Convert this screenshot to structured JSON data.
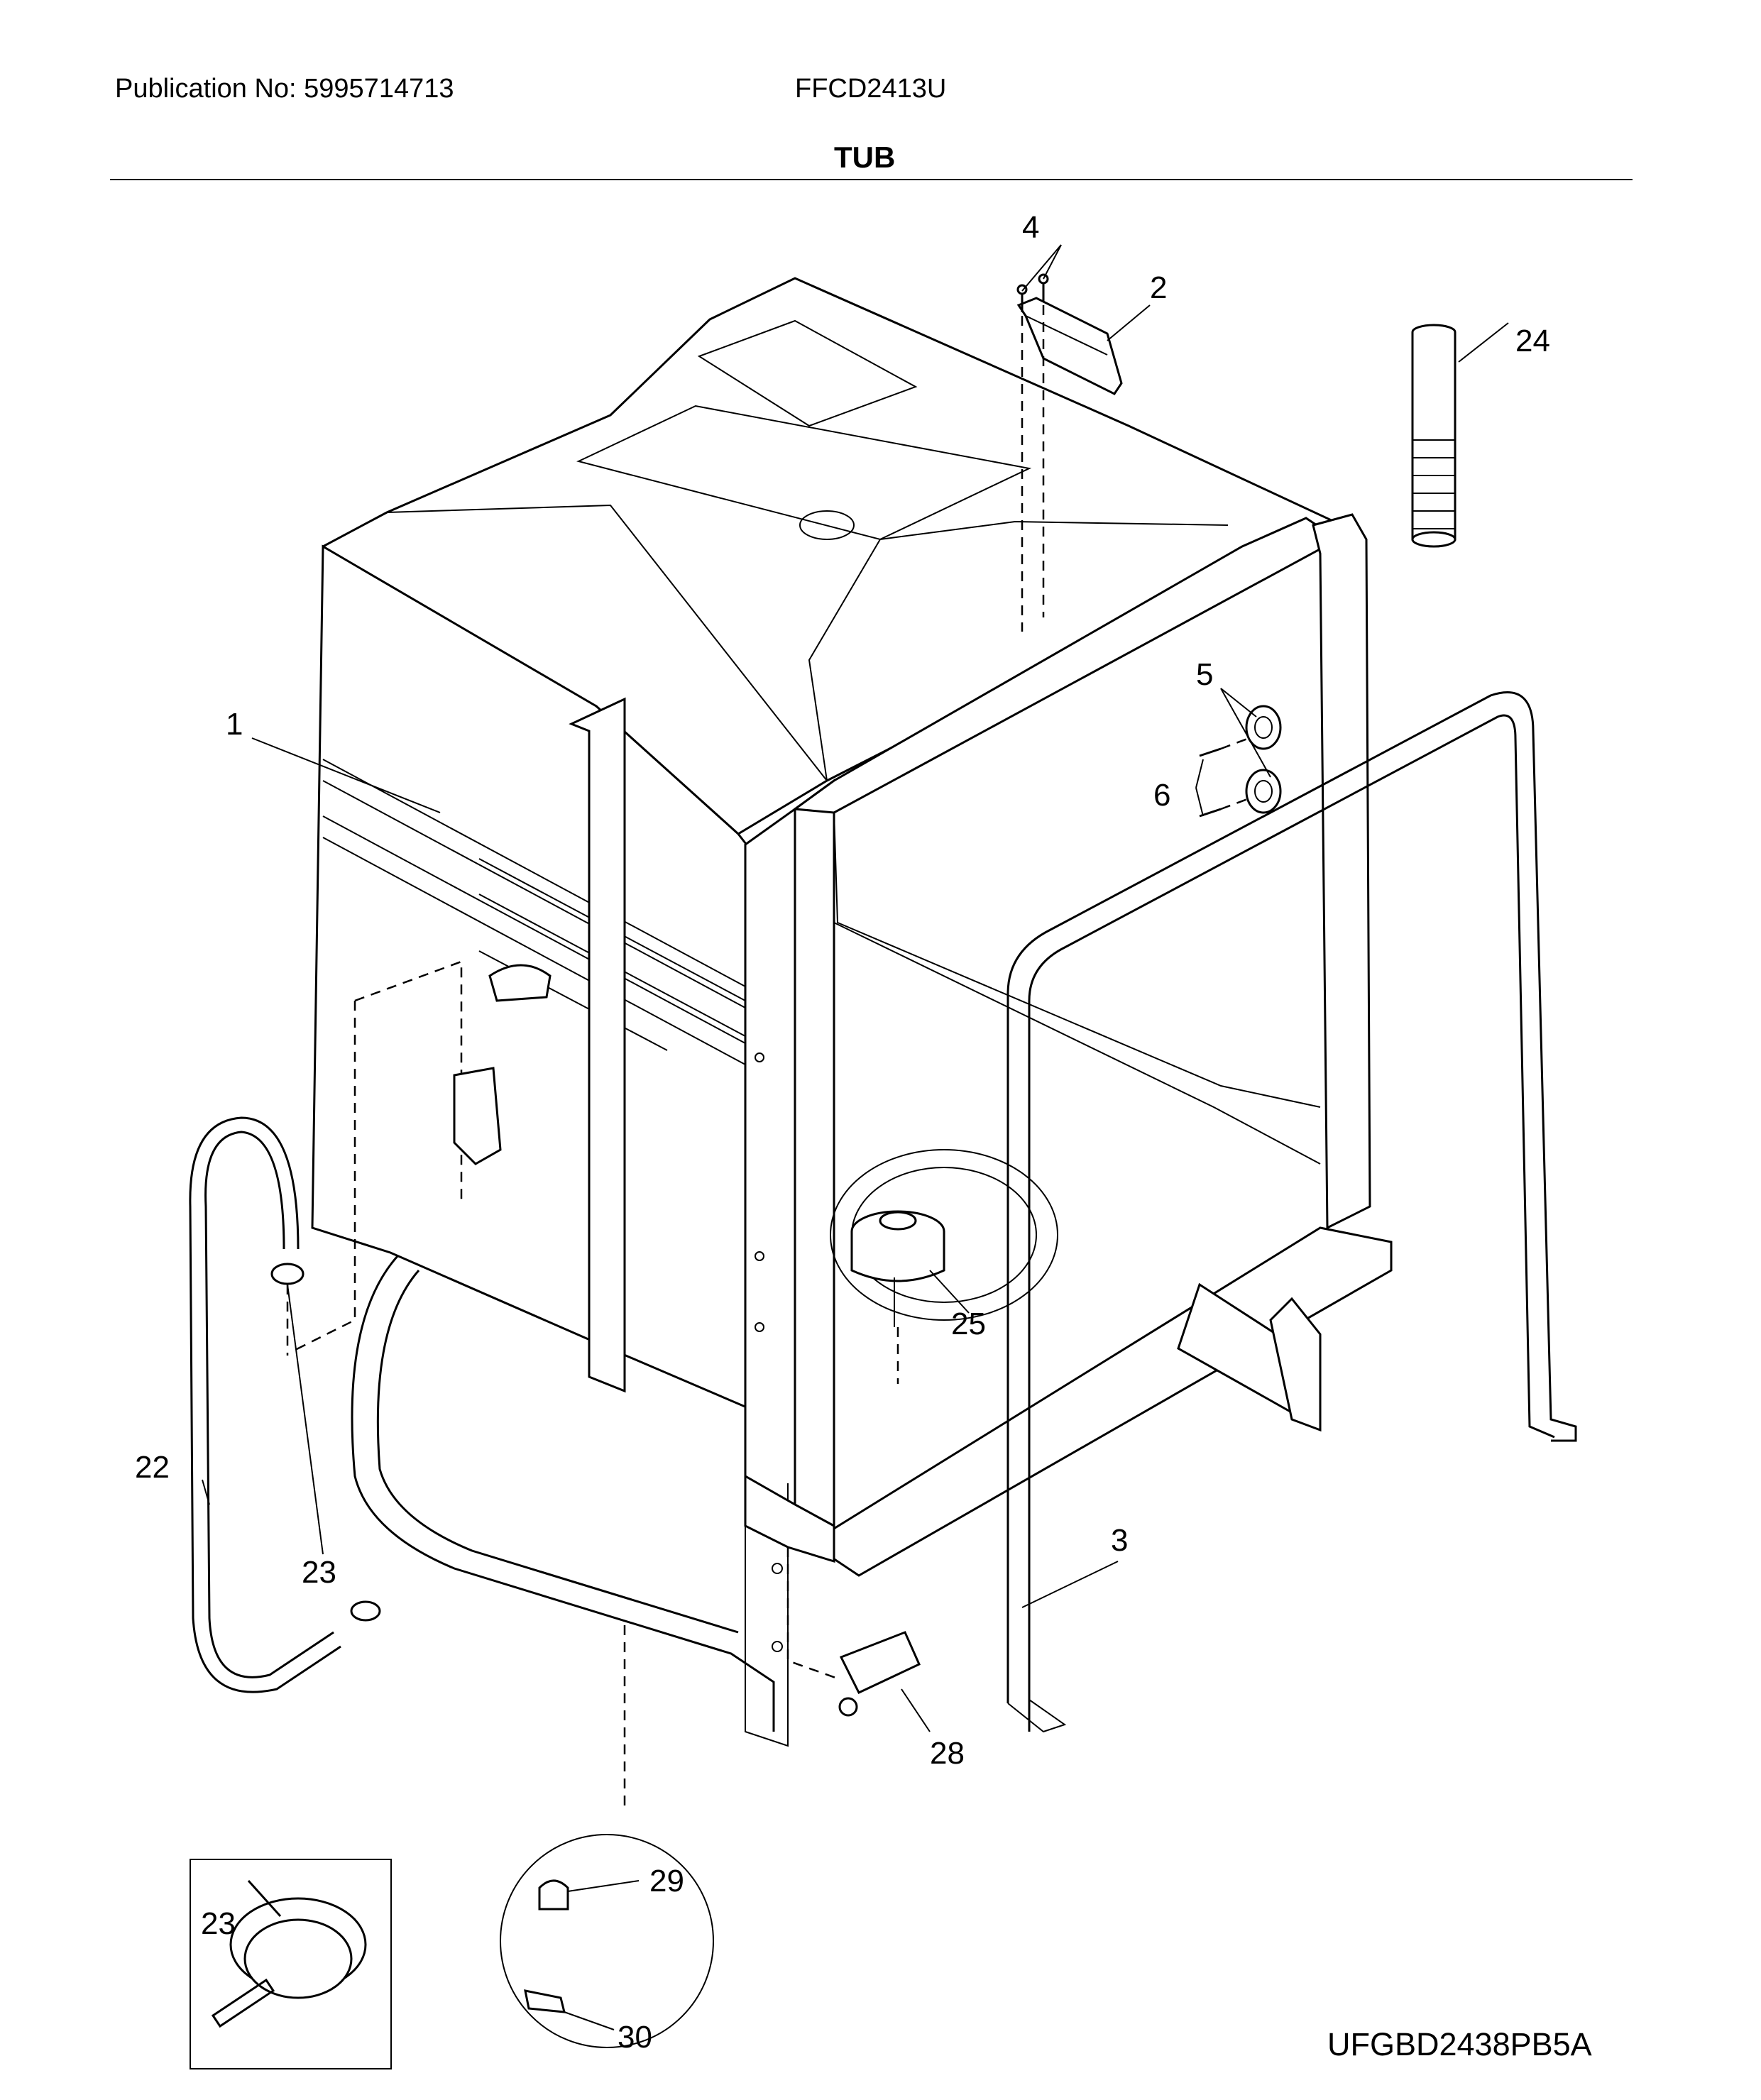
{
  "header": {
    "publication": "Publication No: 5995714713",
    "model": "FFCD2413U",
    "title": "TUB"
  },
  "footer": {
    "diagram_code": "UFGBD2438PB5A"
  },
  "callouts": {
    "c1": "1",
    "c2": "2",
    "c3": "3",
    "c4": "4",
    "c5": "5",
    "c6": "6",
    "c22": "22",
    "c23": "23",
    "c23_inset": "23",
    "c24": "24",
    "c25": "25",
    "c28": "28",
    "c29": "29",
    "c30": "30"
  }
}
